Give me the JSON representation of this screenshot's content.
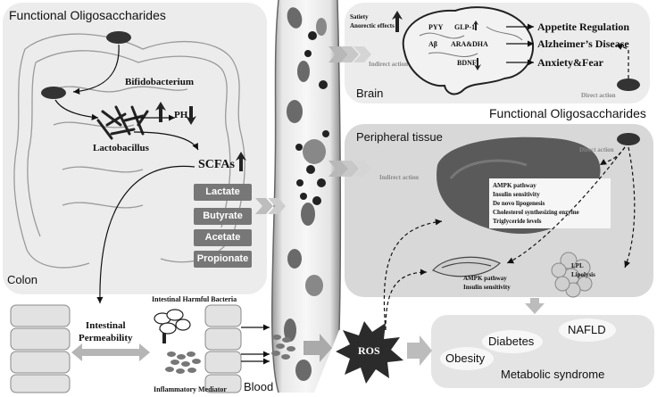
{
  "colon": {
    "title": "Functional Oligosaccharides",
    "bifido": "Bifidobacterium",
    "lacto": "Lactobacillus",
    "ph": "PH",
    "scfas": "SCFAs",
    "scfa_items": [
      "Lactate",
      "Butyrate",
      "Acetate",
      "Propionate"
    ],
    "label": "Colon"
  },
  "intestine": {
    "permeability": [
      "Intestinal",
      "Permeability"
    ],
    "harmful_bacteria": "Intestinal  Harmful  Bacteria",
    "inflammatory": "Inflammatory  Mediator"
  },
  "blood": {
    "label": "Blood",
    "ros": "ROS"
  },
  "indirect_action": "Indirect action",
  "direct_action": "Direct action",
  "brain": {
    "label": "Brain",
    "satiety": [
      "Satiety",
      "Anorectic effects"
    ],
    "pyy": "PYY",
    "glp1": "GLP-1",
    "ab": "Aβ",
    "ara_dha": "ARA&DHA",
    "bdnf": "BDNF",
    "outcomes": [
      "Appetite Regulation",
      "Alzheimer’s Disease",
      "Anxiety&Fear"
    ]
  },
  "peripheral": {
    "oligo_title": "Functional Oligosaccharides",
    "label": "Peripheral tissue",
    "liver_effects": [
      "AMPK  pathway",
      "Insulin sensitivity",
      "De novo  lipogenesis",
      "Cholesterol synthesizing enzyme",
      "Triglyceride levels"
    ],
    "muscle_effects": [
      "AMPK pathway",
      "Insulin sensitivity"
    ],
    "adipose_effects": [
      "LPL",
      "Lipolysis"
    ]
  },
  "metabolic": {
    "nafld": "NAFLD",
    "diabetes": "Diabetes",
    "obesity": "Obesity",
    "label": "Metabolic syndrome"
  },
  "colors": {
    "panel": "#ececec",
    "dark": "#333333",
    "arrow": "#b5b5b5",
    "button": "#777777"
  }
}
